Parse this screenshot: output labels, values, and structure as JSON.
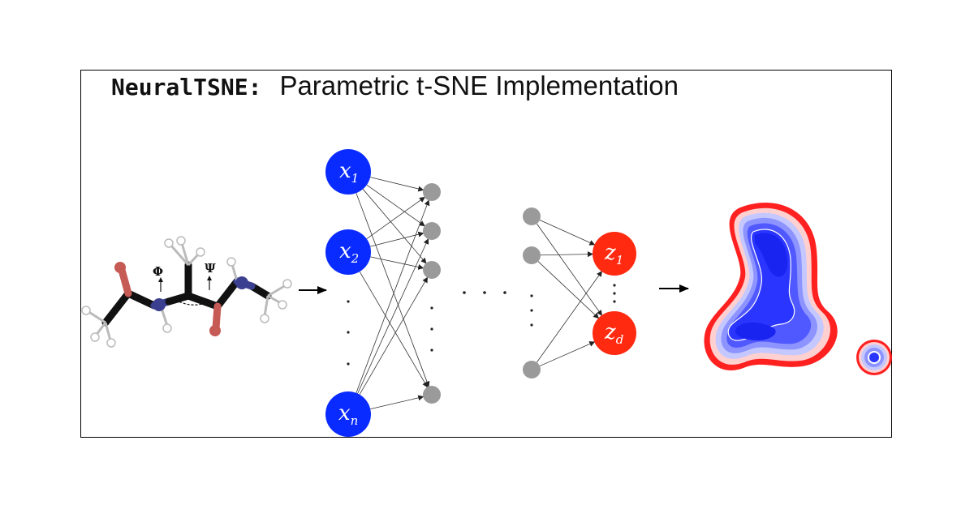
{
  "title": {
    "mono": "NeuralTSNE:",
    "main": "Parametric t-SNE Implementation"
  },
  "molecule": {
    "phi_label": "Φ",
    "psi_label": "Ψ"
  },
  "network": {
    "input_nodes": [
      {
        "base": "x",
        "sub": "1"
      },
      {
        "base": "x",
        "sub": "2"
      },
      {
        "base": "x",
        "sub": "n"
      }
    ],
    "output_nodes": [
      {
        "base": "z",
        "sub": "1"
      },
      {
        "base": "z",
        "sub": "d"
      }
    ]
  },
  "colors": {
    "input": "#0a2bff",
    "output": "#ff2a10",
    "hidden": "#9a9a9a",
    "border": "#000000"
  }
}
